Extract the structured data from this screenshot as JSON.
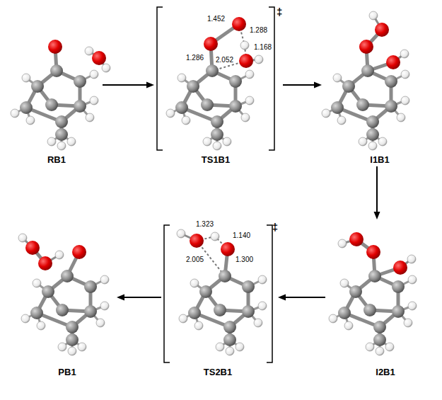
{
  "diagram": {
    "nodes": [
      {
        "text": [
          "RB1"
        ]
      },
      {
        "text": [
          "TS1B1",
          "‡"
        ]
      },
      {
        "text": [
          "I1B1"
        ]
      },
      {
        "text": [
          "I2B1"
        ]
      },
      {
        "text": [
          "TS2B1",
          "‡"
        ]
      },
      {
        "text": [
          "PB1"
        ]
      }
    ],
    "edges": [
      {
        "from": 0,
        "to": 1,
        "arrow": "to"
      },
      {
        "from": 1,
        "to": 2,
        "arrow": "to"
      },
      {
        "from": 2,
        "to": 3,
        "arrow": "to"
      },
      {
        "from": 3,
        "to": 4,
        "arrow": "to"
      },
      {
        "from": 4,
        "to": 5,
        "arrow": "to"
      }
    ],
    "labels": [
      "1.452",
      "1.288",
      "1.286",
      "1.168",
      "2.052",
      "1.323",
      "1.140",
      "2.005",
      "1.300"
    ]
  }
}
